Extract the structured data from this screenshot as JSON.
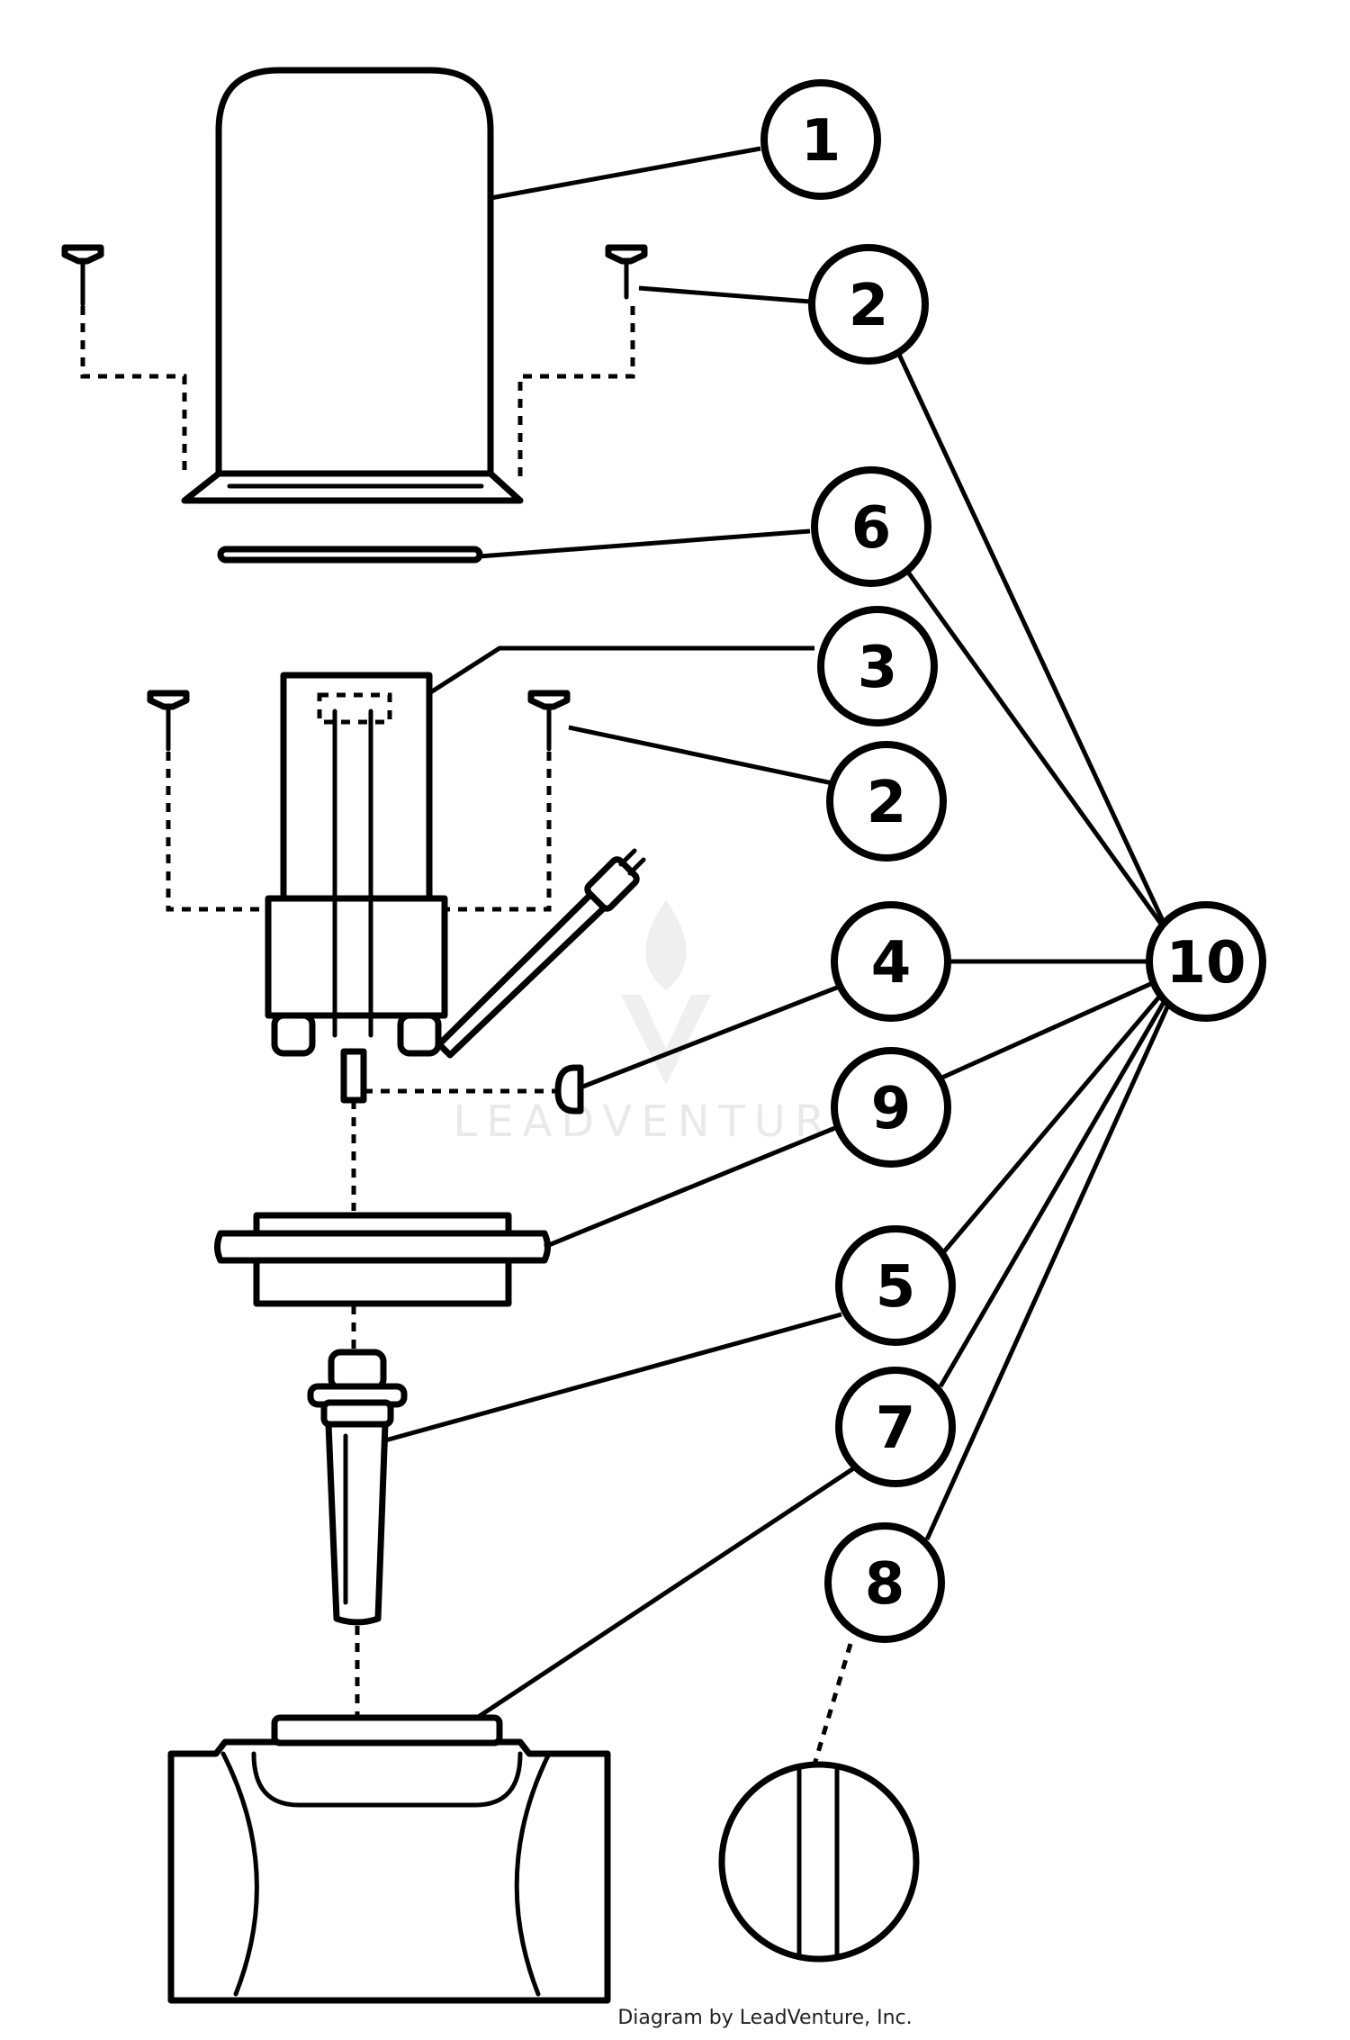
{
  "callouts": {
    "c1": "1",
    "c2a": "2",
    "c6": "6",
    "c3": "3",
    "c2b": "2",
    "c4": "4",
    "c10": "10",
    "c9": "9",
    "c5": "5",
    "c7": "7",
    "c8": "8"
  },
  "watermark": "LEADVENTURE",
  "credit": "Diagram by LeadVenture, Inc."
}
